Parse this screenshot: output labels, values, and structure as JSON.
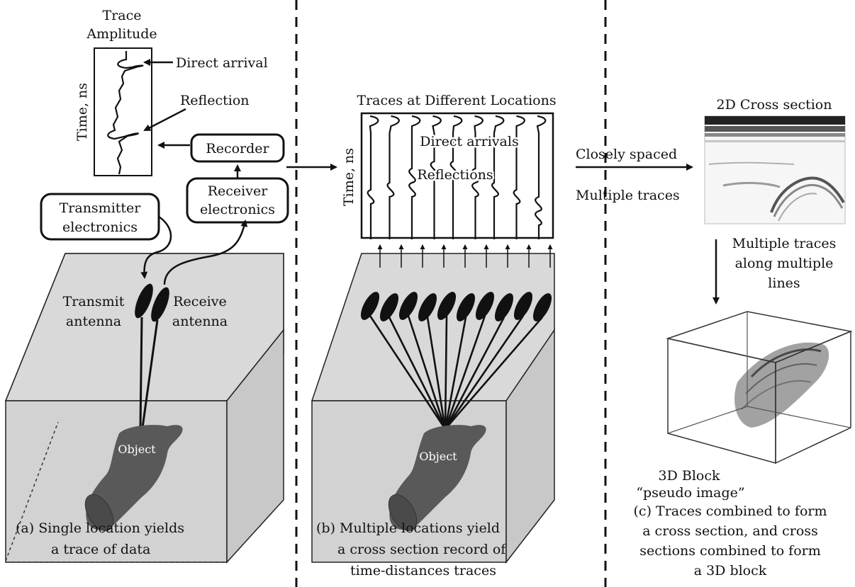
{
  "panel_a": {
    "trace_title_line1": "Trace",
    "trace_title_line2": "Amplitude",
    "time_axis": "Time, ns",
    "direct_arrival": "Direct arrival",
    "reflection": "Reflection",
    "recorder": "Recorder",
    "receiver_line1": "Receiver",
    "receiver_line2": "electronics",
    "transmitter_line1": "Transmitter",
    "transmitter_line2": "electronics",
    "transmit_line1": "Transmit",
    "transmit_line2": "antenna",
    "receive_line1": "Receive",
    "receive_line2": "antenna",
    "object": "Object",
    "caption_line1": "(a) Single location yields",
    "caption_line2": "a trace of data"
  },
  "panel_b": {
    "title": "Traces at Different Locations",
    "time_axis": "Time, ns",
    "direct_arrivals": "Direct arrivals",
    "reflections": "Reflections",
    "object": "Object",
    "caption_line1": "(b) Multiple locations yield",
    "caption_line2": "a cross section record of",
    "caption_line3": "time-distances traces"
  },
  "panel_c": {
    "cross_section_title": "2D Cross section",
    "closely_spaced": "Closely spaced",
    "multiple_traces": "Multiple traces",
    "multi_line1": "Multiple traces",
    "multi_line2": "along multiple",
    "multi_line3": "lines",
    "block_line1": "3D Block",
    "block_line2": "“pseudo image”",
    "caption_line1": "(c) Traces combined to form",
    "caption_line2": "a cross section, and cross",
    "caption_line3": "sections combined to form",
    "caption_line4": "a 3D block"
  }
}
